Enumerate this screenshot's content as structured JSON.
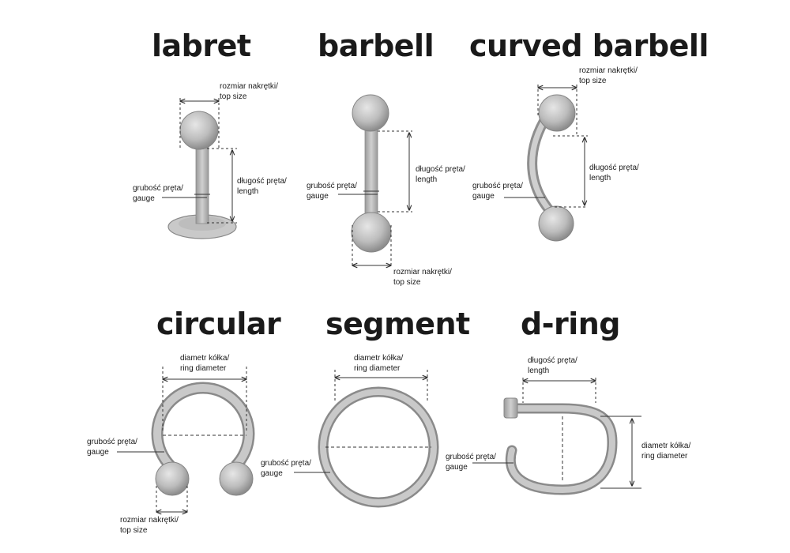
{
  "titles": {
    "labret": "labret",
    "barbell": "barbell",
    "curved_barbell": "curved barbell",
    "circular": "circular",
    "segment": "segment",
    "d_ring": "d-ring"
  },
  "labels": {
    "top_size_pl": "rozmiar nakrętki/",
    "top_size_en": "top size",
    "gauge_pl": "grubość pręta/",
    "gauge_en": "gauge",
    "length_pl": "długość pręta/",
    "length_en": "length",
    "ring_diameter_pl": "diametr kółka/",
    "ring_diameter_en": "ring diameter"
  },
  "colors": {
    "metal": "#c4c4c4",
    "metal_dark": "#8f8f8f",
    "line": "#333333"
  }
}
